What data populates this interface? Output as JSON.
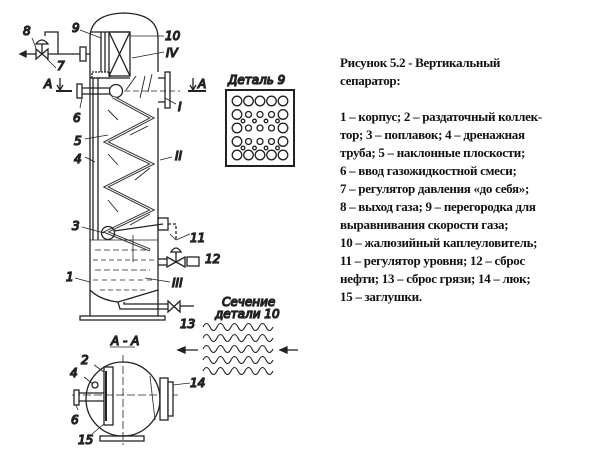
{
  "diagram": {
    "labels": {
      "n1": "1",
      "n2": "2",
      "n3": "3",
      "n4": "4",
      "n5": "5",
      "n6": "6",
      "n7": "7",
      "n8": "8",
      "n9": "9",
      "n10": "10",
      "n11": "11",
      "n12": "12",
      "n13": "13",
      "n14": "14",
      "n15": "15",
      "n6b": "6",
      "n4b": "4",
      "zone_I": "I",
      "zone_II": "II",
      "zone_III": "III",
      "zone_IV": "IV",
      "section_mark_left": "А",
      "section_mark_right": "А",
      "section_title": "А - А",
      "detail9_title": "Деталь 9",
      "detail10_title_1": "Сечение",
      "detail10_title_2": "детали 10"
    }
  },
  "caption": {
    "title_lines": [
      "Рисунок  5.2 - Вертикальный",
      "сепаратор:"
    ],
    "legend_lines": [
      " 1 – корпус;  2 – раздаточный коллек-",
      "тор; 3 – поплавок; 4 – дренажная",
      "труба;  5 – наклонные плоскости;",
      "6 – ввод газожидкостной  смеси;",
      "7 – регулятор  давления «до  себя»;",
      "8 – выход газа;  9 – перегородка для",
      "выравнивания скорости газа;",
      "10 – жалюзийный каплеуловитель;",
      "11 – регулятор  уровня;  12 – сброс",
      "нефти;  13 – сброс грязи;  14 – люк;",
      "15 – заглушки."
    ]
  }
}
